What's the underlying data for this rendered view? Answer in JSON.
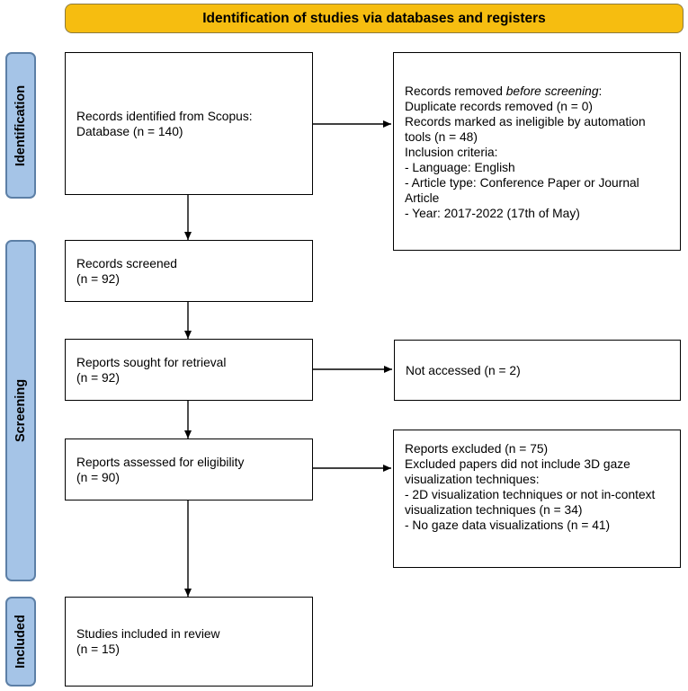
{
  "header": {
    "title": "Identification of studies via databases and registers"
  },
  "sidebars": {
    "identification": "Identification",
    "screening": "Screening",
    "included": "Included"
  },
  "boxes": {
    "records_identified": {
      "lines": [
        "Records identified from Scopus:",
        "Database (n = 140)"
      ]
    },
    "records_removed": {
      "title_prefix": "Records removed ",
      "title_emph": "before screening",
      "title_suffix": ":",
      "lines": [
        "Duplicate records removed  (n = 0)",
        "Records marked as ineligible by automation",
        "tools (n = 48)",
        "Inclusion criteria:",
        "- Language: English",
        "- Article type: Conference Paper or Journal",
        "Article",
        "- Year: 2017-2022 (17th of May)"
      ]
    },
    "records_screened": {
      "lines": [
        "Records screened",
        "(n = 92)"
      ]
    },
    "reports_sought": {
      "lines": [
        "Reports sought for retrieval",
        "(n = 92)"
      ]
    },
    "not_accessed": {
      "lines": [
        "Not accessed (n = 2)"
      ]
    },
    "reports_assessed": {
      "lines": [
        "Reports assessed for eligibility",
        "(n = 90)"
      ]
    },
    "reports_excluded": {
      "lines": [
        "Reports excluded (n = 75)",
        "Excluded papers did not include 3D gaze",
        "visualization techniques:",
        "- 2D visualization techniques or not in-context",
        "visualization techniques (n = 34)",
        "- No gaze data visualizations (n = 41)"
      ]
    },
    "studies_included": {
      "lines": [
        "Studies included in review",
        "(n = 15)"
      ]
    }
  },
  "colors": {
    "header_fill": "#f6bd10",
    "sidebar_fill": "#a5c4e7",
    "sidebar_border": "#5c7fa6"
  }
}
